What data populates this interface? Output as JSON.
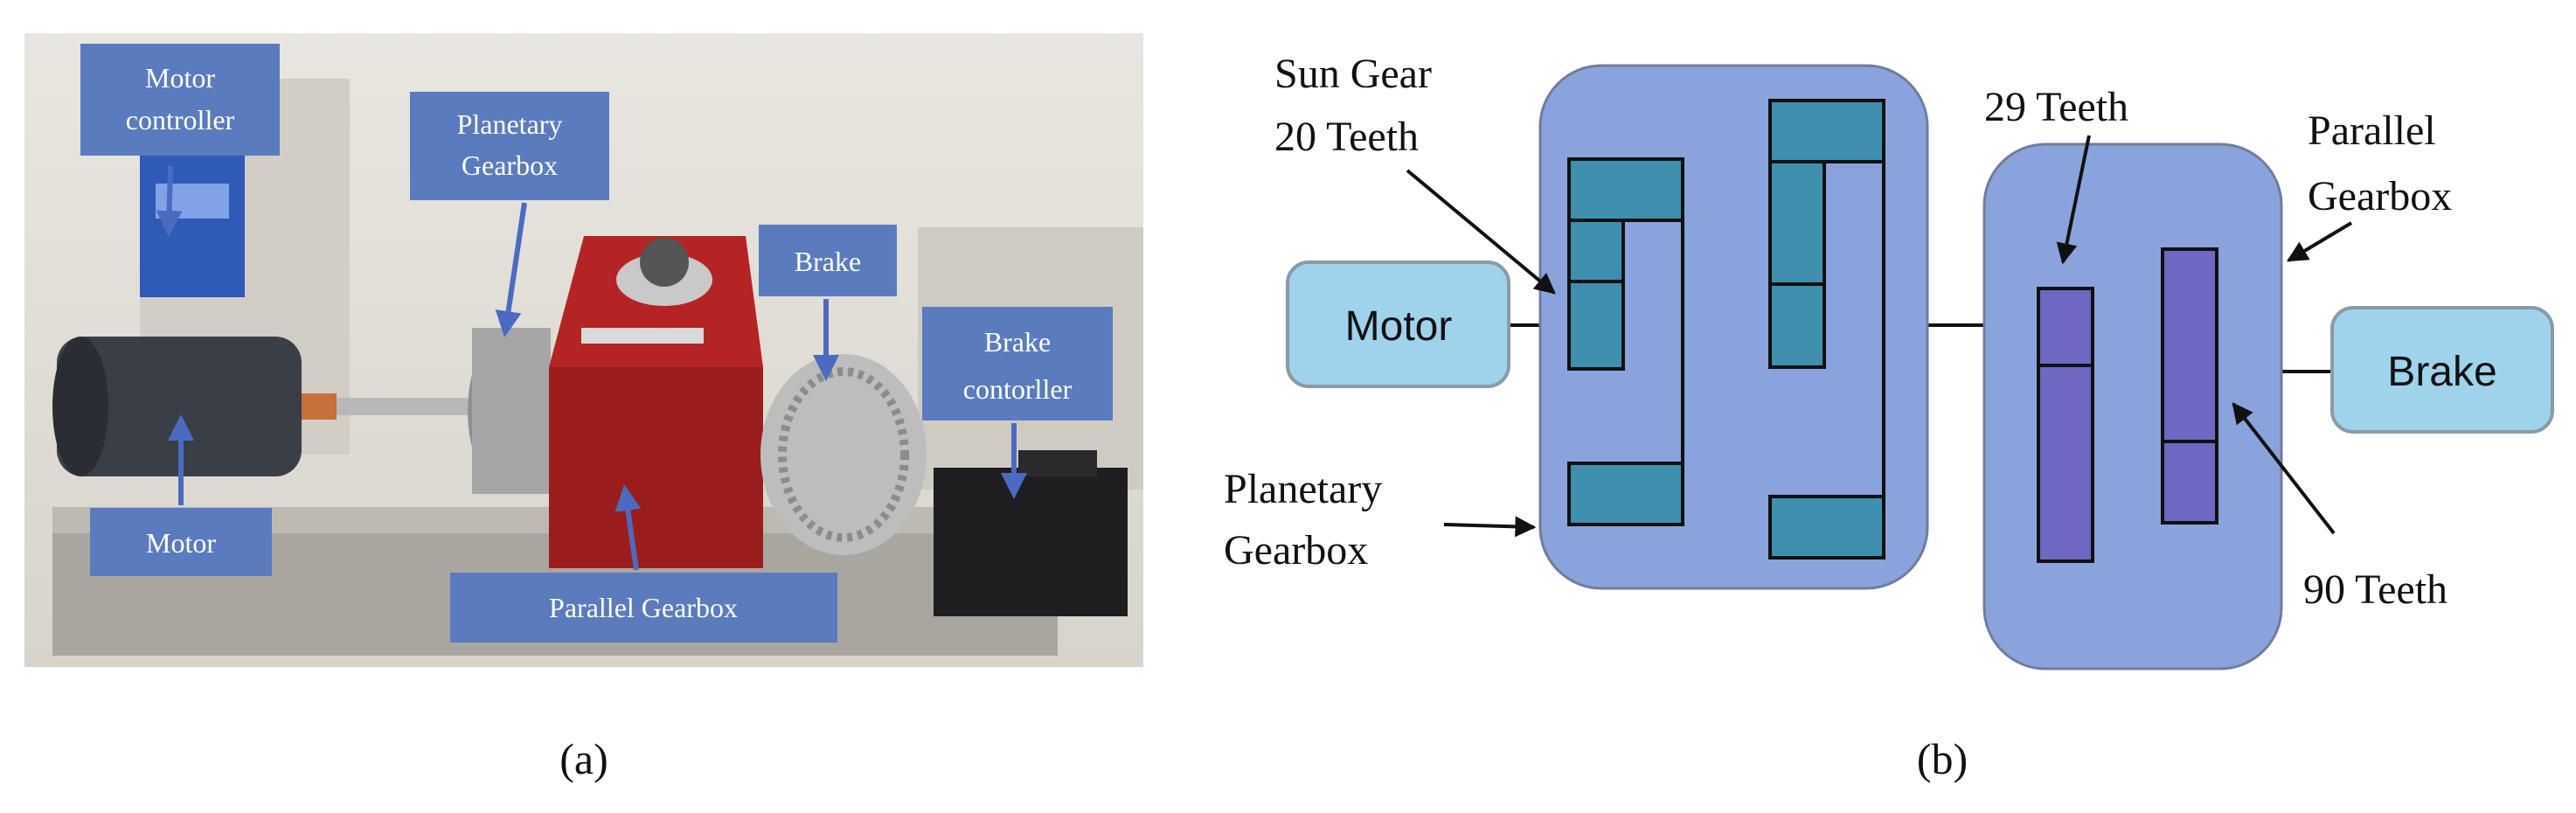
{
  "photo": {
    "labels": {
      "motor_controller": [
        "Motor",
        "controller"
      ],
      "planetary_gearbox": [
        "Planetary",
        "Gearbox"
      ],
      "brake": "Brake",
      "brake_controller": [
        "Brake",
        "contorller"
      ],
      "motor": "Motor",
      "parallel_gearbox": "Parallel Gearbox"
    },
    "label_color": "#5b7bbf",
    "arrow_color": "#5b7bbf",
    "caption": "(a)"
  },
  "schematic": {
    "labels": {
      "sun_gear": [
        "Sun Gear",
        "20 Teeth"
      ],
      "teeth_29": "29 Teeth",
      "parallel_gearbox": [
        "Parallel",
        "Gearbox"
      ],
      "planetary_gearbox": [
        "Planetary",
        "Gearbox"
      ],
      "teeth_90": "90 Teeth",
      "motor": "Motor",
      "brake": "Brake"
    },
    "colors": {
      "gearbox_fill": "#8aa3dc",
      "end_box_fill": "#9fd3ec",
      "planetary_gear_fill": "#3f8fae",
      "parallel_gear_fill": "#6d68c2"
    },
    "caption": "(b)"
  }
}
